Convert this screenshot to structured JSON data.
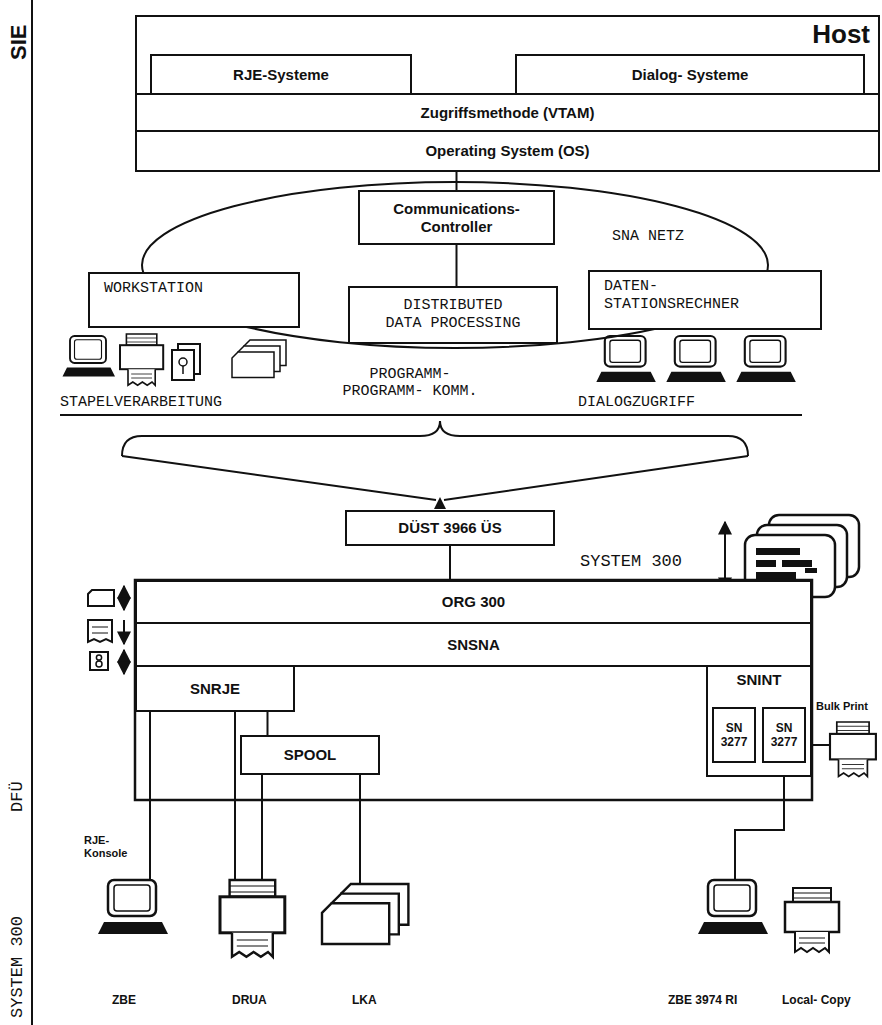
{
  "diagram": {
    "nodes": [
      {
        "text": [
          "Host"
        ]
      },
      {
        "text": [
          "RJE-Systeme"
        ],
        "in": 0
      },
      {
        "text": [
          "Dialog- Systeme"
        ],
        "in": 0
      },
      {
        "text": [
          "Zugriffsmethode (VTAM)"
        ],
        "in": 0
      },
      {
        "text": [
          "Operating System (OS)"
        ],
        "in": 0
      },
      {
        "text": [
          "SNA NETZ"
        ]
      },
      {
        "text": [
          "Communications- Controller"
        ],
        "in": 5
      },
      {
        "text": [
          "WORKSTATION"
        ]
      },
      {
        "text": [
          "DISTRIBUTED DATA PROCESSING"
        ]
      },
      {
        "text": [
          "DATEN- STATIONSRECHNER"
        ]
      },
      {
        "text": [
          "DÜST 3966 ÜS"
        ]
      },
      {
        "text": [
          "ORG 300"
        ]
      },
      {
        "text": [
          "SNSNA"
        ]
      },
      {
        "text": [
          "SNRJE"
        ]
      },
      {
        "text": [
          "SPOOL"
        ]
      },
      {
        "text": [
          "SNINT"
        ]
      },
      {
        "text": [
          "SN 3277"
        ],
        "in": 15
      },
      {
        "text": [
          "SN 3277"
        ],
        "in": 15
      }
    ],
    "edges": [
      {
        "from": 4,
        "to": 6,
        "arrow": "none"
      },
      {
        "from": 6,
        "to": 8,
        "arrow": "none"
      },
      {
        "from": 10,
        "to": 11,
        "arrow": "none"
      },
      {
        "from": 13,
        "to": 14,
        "arrow": "none"
      }
    ],
    "labels": [
      "SIE",
      "STAPELVERARBEITUNG",
      "PROGRAMM- PROGRAMM- KOMM.",
      "DIALOGZUGRIFF",
      "SYSTEM 300",
      "DFÜ",
      "SYSTEM 300",
      "RJE- Konsole",
      "ZBE",
      "DRUA",
      "LKA",
      "ZBE 3974 RI",
      "Local- Copy",
      "Bulk Print"
    ]
  }
}
